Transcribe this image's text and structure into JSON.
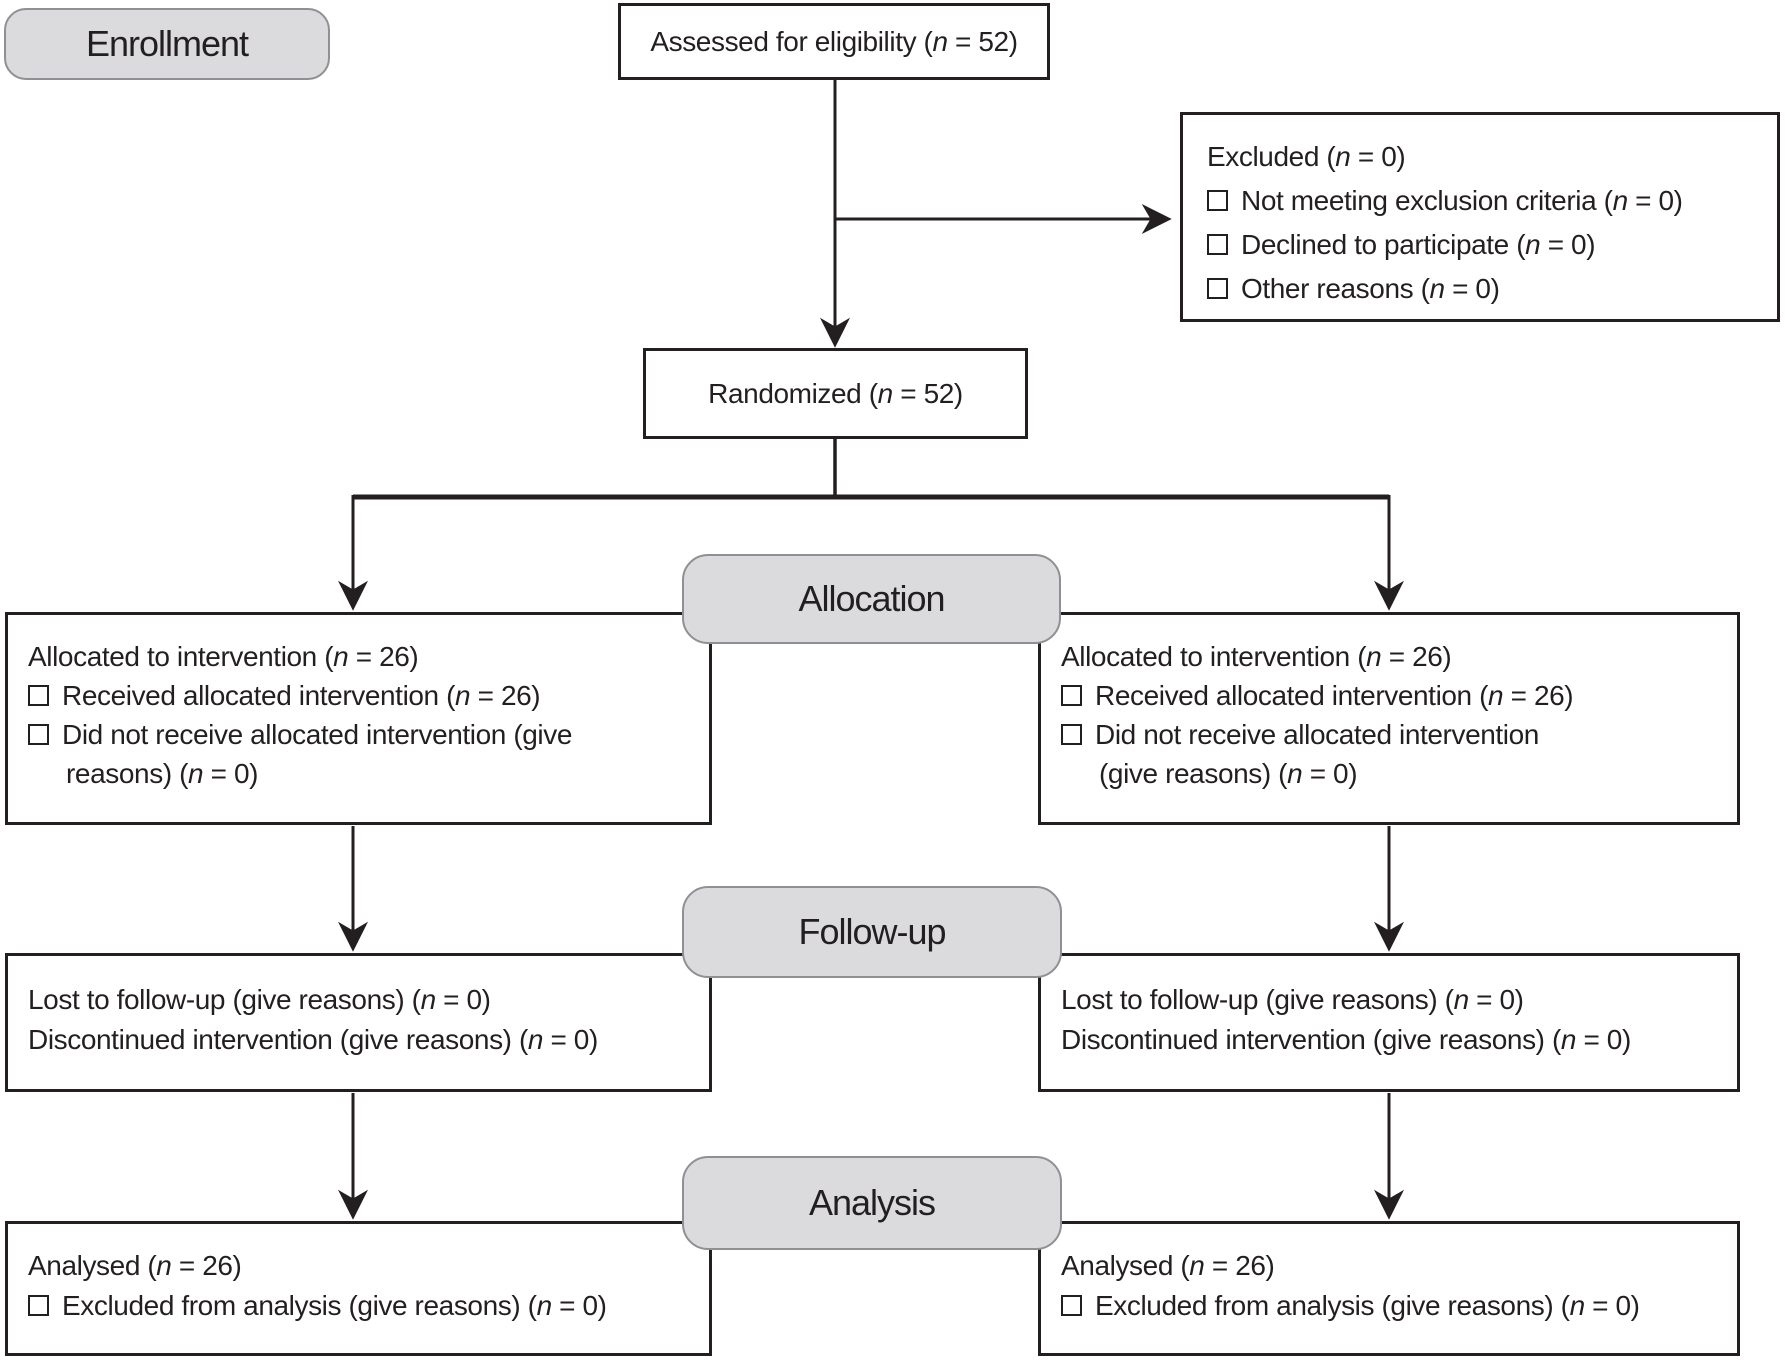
{
  "nsym": "n",
  "colors": {
    "ink": "#231f20",
    "pill_fill": "#dbdbdd",
    "pill_border": "#8e9093"
  },
  "stage_labels": {
    "enrollment": "Enrollment",
    "allocation": "Allocation",
    "followup": "Follow-up",
    "analysis": "Analysis"
  },
  "boxes": {
    "assessed": {
      "pre": "Assessed for eligibility (",
      "post": " = 52)"
    },
    "excluded": {
      "title": {
        "pre": "Excluded (",
        "post": " = 0)"
      },
      "items": [
        {
          "pre": "Not meeting exclusion criteria (",
          "post": " = 0)"
        },
        {
          "pre": "Declined to participate (",
          "post": " = 0)"
        },
        {
          "pre": "Other reasons (",
          "post": " = 0)"
        }
      ]
    },
    "randomized": {
      "pre": "Randomized (",
      "post": " = 52)"
    },
    "alloc_left": {
      "title": {
        "pre": "Allocated to intervention (",
        "post": " = 26)"
      },
      "items": [
        {
          "pre": "Received allocated intervention (",
          "post": " = 26)"
        },
        {
          "pre1": "Did not receive allocated intervention (give",
          "pre2": "reasons) (",
          "post": " = 0)"
        }
      ]
    },
    "alloc_right": {
      "title": {
        "pre": "Allocated to intervention (",
        "post": " = 26)"
      },
      "items": [
        {
          "pre": "Received allocated intervention (",
          "post": " = 26)"
        },
        {
          "pre1": "Did not receive allocated intervention",
          "pre2": "(give reasons) (",
          "post": " = 0)"
        }
      ]
    },
    "followup_left": {
      "lines": [
        {
          "pre": "Lost to follow-up (give reasons) (",
          "post": " = 0)"
        },
        {
          "pre": "Discontinued intervention (give reasons) (",
          "post": " = 0)"
        }
      ]
    },
    "followup_right": {
      "lines": [
        {
          "pre": "Lost to follow-up (give reasons) (",
          "post": " = 0)"
        },
        {
          "pre": "Discontinued intervention (give reasons) (",
          "post": " = 0)"
        }
      ]
    },
    "analysis_left": {
      "title": {
        "pre": "Analysed (",
        "post": " = 26)"
      },
      "items": [
        {
          "pre": "Excluded from analysis (give reasons) (",
          "post": " = 0)"
        }
      ]
    },
    "analysis_right": {
      "title": {
        "pre": "Analysed (",
        "post": " = 26)"
      },
      "items": [
        {
          "pre": "Excluded from analysis (give reasons) (",
          "post": " = 0)"
        }
      ]
    }
  }
}
